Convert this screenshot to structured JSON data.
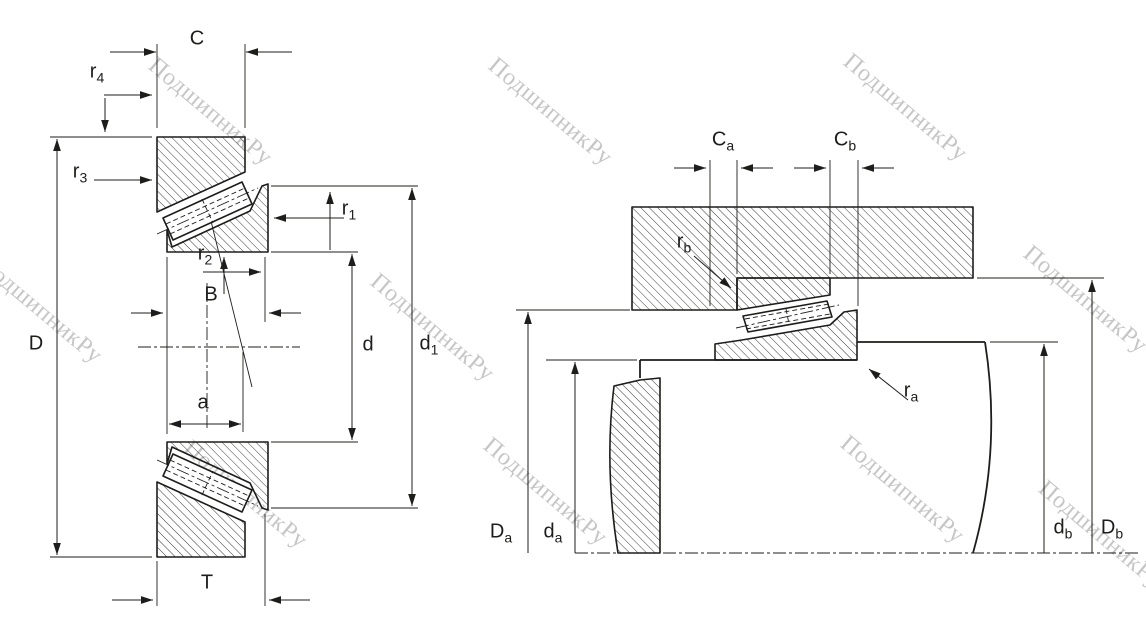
{
  "drawing": {
    "kind": "tapered roller bearing dimension drawing",
    "views": {
      "left": "bearing cross-section with boundary dimensions",
      "right": "mounted bearing with abutment dimensions"
    }
  },
  "colors": {
    "line": "#1d1d1b",
    "watermark": "#c6c6c6",
    "background": "#ffffff"
  },
  "watermark": {
    "text": "ПодшипникРу"
  },
  "labels": {
    "C": {
      "base": "C",
      "sub": ""
    },
    "r4": {
      "base": "r",
      "sub": "4"
    },
    "r3": {
      "base": "r",
      "sub": "3"
    },
    "D": {
      "base": "D",
      "sub": ""
    },
    "r1": {
      "base": "r",
      "sub": "1"
    },
    "r2": {
      "base": "r",
      "sub": "2"
    },
    "B": {
      "base": "B",
      "sub": ""
    },
    "a": {
      "base": "a",
      "sub": ""
    },
    "d": {
      "base": "d",
      "sub": ""
    },
    "d1": {
      "base": "d",
      "sub": "1"
    },
    "T": {
      "base": "T",
      "sub": ""
    },
    "Ca": {
      "base": "C",
      "sub": "a"
    },
    "Cb": {
      "base": "C",
      "sub": "b"
    },
    "rb": {
      "base": "r",
      "sub": "b"
    },
    "ra": {
      "base": "r",
      "sub": "a"
    },
    "Da": {
      "base": "D",
      "sub": "a"
    },
    "da": {
      "base": "d",
      "sub": "a"
    },
    "db": {
      "base": "d",
      "sub": "b"
    },
    "Db": {
      "base": "D",
      "sub": "b"
    }
  }
}
